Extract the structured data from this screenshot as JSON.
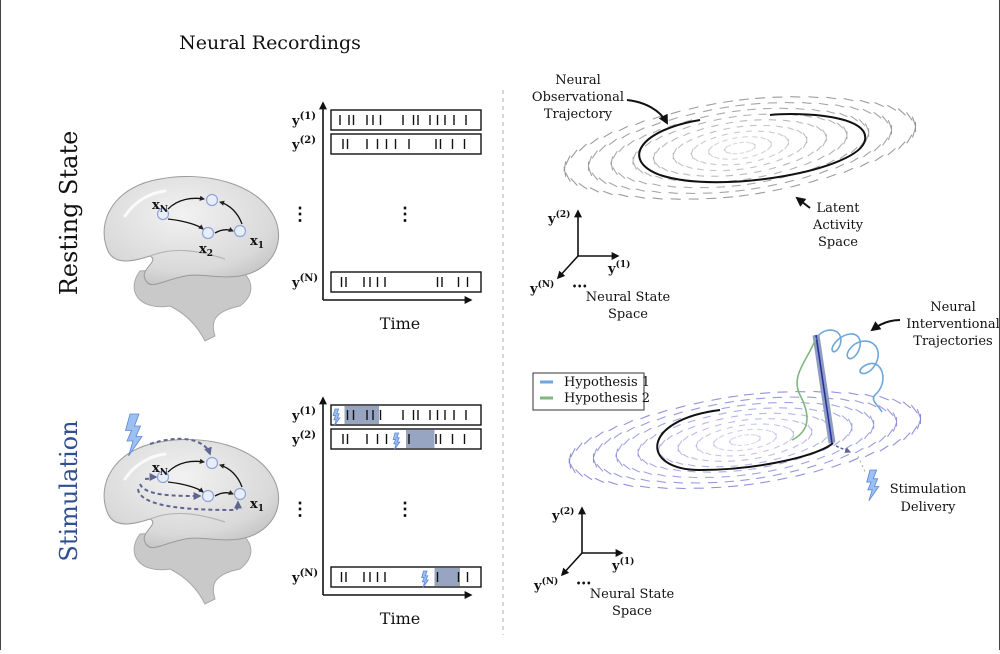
{
  "header": {
    "title": "Neural Recordings"
  },
  "rows": [
    {
      "label": "Resting State",
      "label_color": "#111111"
    },
    {
      "label": "Stimulation",
      "label_color": "#2f4f8f"
    }
  ],
  "brain_nodes": {
    "xN": "x",
    "xN_sub": "N",
    "x2": "x",
    "x2_sub": "2",
    "x1": "x",
    "x1_sub": "1"
  },
  "raster": {
    "channels": [
      {
        "name": "y",
        "sup": "(1)"
      },
      {
        "name": "y",
        "sup": "(2)"
      },
      {
        "name": "y",
        "sup": "(N)"
      }
    ],
    "ellipsis": "⋮",
    "time_label": "Time",
    "resting_spikes": [
      [
        0.06,
        0.12,
        0.15,
        0.24,
        0.28,
        0.33,
        0.48,
        0.55,
        0.58,
        0.66,
        0.71,
        0.76,
        0.82,
        0.9
      ],
      [
        0.08,
        0.11,
        0.24,
        0.31,
        0.37,
        0.43,
        0.52,
        0.7,
        0.73,
        0.81,
        0.89
      ],
      [
        0.07,
        0.1,
        0.22,
        0.26,
        0.31,
        0.36,
        0.71,
        0.74,
        0.85,
        0.91
      ]
    ],
    "stim_spikes": [
      [
        0.11,
        0.15,
        0.24,
        0.28,
        0.33,
        0.48,
        0.55,
        0.58,
        0.66,
        0.71,
        0.76,
        0.82,
        0.9
      ],
      [
        0.08,
        0.11,
        0.24,
        0.31,
        0.37,
        0.52,
        0.7,
        0.73,
        0.81,
        0.89
      ],
      [
        0.07,
        0.1,
        0.22,
        0.26,
        0.31,
        0.36,
        0.71,
        0.85,
        0.91
      ]
    ],
    "stim_windows": [
      {
        "channel": 0,
        "start": 0.09,
        "end": 0.32
      },
      {
        "channel": 1,
        "start": 0.5,
        "end": 0.69
      },
      {
        "channel": 2,
        "start": 0.69,
        "end": 0.86
      }
    ],
    "stim_bolts": [
      0.04,
      0.44,
      0.63
    ]
  },
  "latent_top": {
    "trajectory_label": [
      "Neural",
      "Observational",
      "Trajectory"
    ],
    "space_label": [
      "Latent",
      "Activity",
      "Space"
    ]
  },
  "axes3d": {
    "y2": "y",
    "y2_sup": "(2)",
    "y1": "y",
    "y1_sup": "(1)",
    "yN": "y",
    "yN_sup": "(N)",
    "dots": "•••",
    "caption": [
      "Neural State",
      "Space"
    ]
  },
  "latent_bottom": {
    "intervention_label": [
      "Neural",
      "Interventional",
      "Trajectories"
    ],
    "stim_label": [
      "Stimulation",
      "Delivery"
    ],
    "legend": [
      {
        "label": "Hypothesis 1",
        "color": "#6ea7d8"
      },
      {
        "label": "Hypothesis 2",
        "color": "#7fb77e"
      }
    ]
  },
  "colors": {
    "field_top": "#8a8a8a",
    "field_bottom": "#7d7fd6",
    "stim_window": "#7d8fb3",
    "bolt": "#9cc0f2",
    "bolt_stroke": "#5b86d6",
    "node_fill": "#e8eef9",
    "node_stroke": "#8fa4d6",
    "dashed_path": "#5d6690",
    "stim_bar": "#8f9bc3",
    "stim_bar_core": "#1f2f9a"
  }
}
